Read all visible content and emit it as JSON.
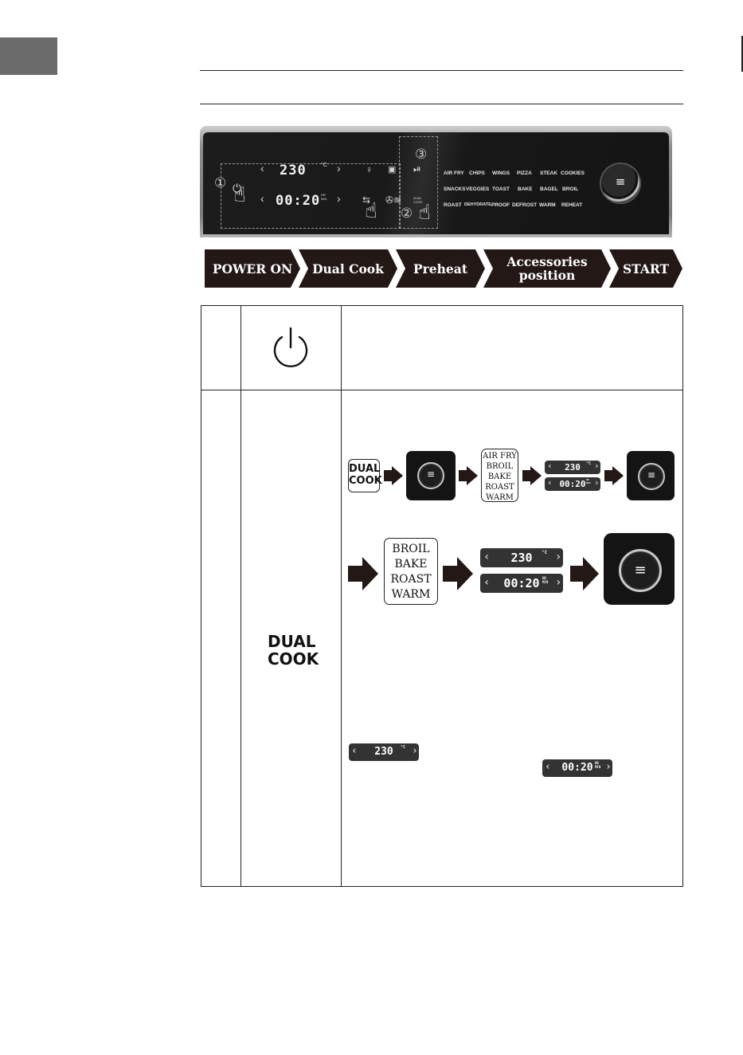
{
  "panel": {
    "temp_display": "230",
    "temp_unit": "°C",
    "time_display": "00:20",
    "time_unit": "HR MIN",
    "step_markers": [
      "①",
      "②",
      "③"
    ],
    "dual_cook_button": "DUAL COOK",
    "menu_rows": [
      [
        "AIR FRY",
        "CHIPS",
        "WINGS",
        "PIZZA",
        "STEAK",
        "COOKIES"
      ],
      [
        "SNACKS",
        "VEGGIES",
        "TOAST",
        "BAKE",
        "BAGEL",
        "BROIL"
      ],
      [
        "ROAST",
        "DEHYDRATE",
        "PROOF",
        "DEFROST",
        "WARM",
        "REHEAT"
      ]
    ]
  },
  "steps": [
    "POWER ON",
    "Dual Cook",
    "Preheat",
    "Accessories position",
    "START"
  ],
  "table": {
    "dual_cook_label_line1": "DUAL",
    "dual_cook_label_line2": "COOK",
    "badge_line1": "DUAL",
    "badge_line2": "COOK",
    "zone1_programs": [
      "AIR FRY",
      "BROIL",
      "BAKE",
      "ROAST",
      "WARM"
    ],
    "zone2_programs": [
      "BROIL",
      "BAKE",
      "ROAST",
      "WARM"
    ],
    "temp_value": "230",
    "temp_unit": "°C",
    "time_value": "00:20",
    "time_unit": "HR MIN"
  }
}
